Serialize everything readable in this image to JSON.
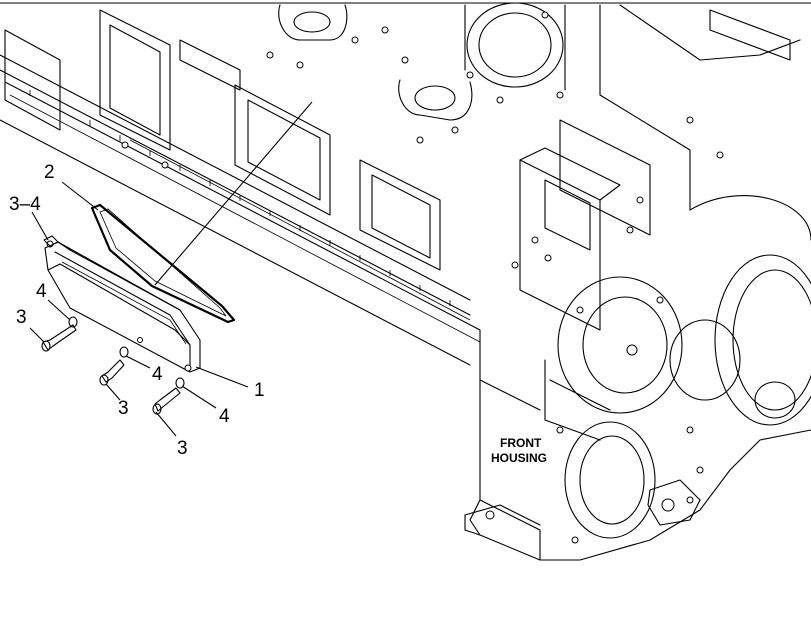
{
  "callouts": {
    "label_1": "1",
    "label_2": "2",
    "label_3_4": "3–4",
    "label_4_top": "4",
    "label_3_left": "3",
    "label_4_mid": "4",
    "label_3_mid": "3",
    "label_4_low": "4",
    "label_3_low": "3"
  },
  "housing": {
    "line1": "FRONT",
    "line2": "HOUSING"
  }
}
